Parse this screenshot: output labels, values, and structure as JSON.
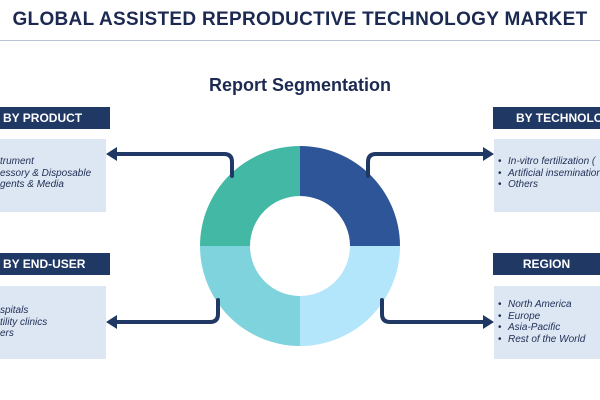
{
  "title": "GLOBAL ASSISTED REPRODUCTIVE TECHNOLOGY MARKET",
  "subtitle": "Report Segmentation",
  "colors": {
    "header_bg": "#1f3864",
    "box_bg": "#dde6f3",
    "arrow": "#1f3864",
    "donut": [
      "#2e5597",
      "#b3e5fb",
      "#7fd3dd",
      "#43b8a4"
    ]
  },
  "segments": {
    "product": {
      "header": "BY PRODUCT",
      "items": [
        "trument",
        "essory & Disposable",
        "gents & Media"
      ]
    },
    "end_user": {
      "header": "BY END-USER",
      "items": [
        "spitals",
        "tility clinics",
        "ers"
      ]
    },
    "technology": {
      "header": "BY TECHNOLOG",
      "items": [
        "In-vitro fertilization (",
        "Artificial insemination",
        "Others"
      ]
    },
    "region": {
      "header": "REGION",
      "items": [
        "North America",
        "Europe",
        "Asia-Pacific",
        "Rest of the World"
      ]
    }
  }
}
